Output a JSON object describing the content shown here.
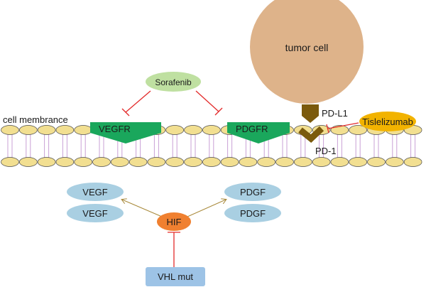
{
  "labels": {
    "tumor_cell": "tumor cell",
    "cell_membrance": "cell membrance",
    "pd_l1": "PD-L1",
    "pd_1": "PD-1",
    "vegfr": "VEGFR",
    "pdgfr": "PDGFR",
    "sorafenib": "Sorafenib",
    "tislelizumab": "Tislelizumab",
    "vegf_1": "VEGF",
    "vegf_2": "VEGF",
    "pdgf_1": "PDGF",
    "pdgf_2": "PDGF",
    "hif": "HIF",
    "vhl_mut": "VHL mut"
  },
  "colors": {
    "tumor_cell": "#deb38a",
    "lipid_head": "#f2df91",
    "lipid_tail": "#c9a0d6",
    "receptor": "#1aa75c",
    "sorafenib": "#bfe0a1",
    "tislelizumab": "#f2b300",
    "growth_factor": "#a9cfe2",
    "hif": "#f08030",
    "vhl": "#9dc3e6",
    "pd_protein": "#7b5a0d",
    "inhibition": "#e32b2b",
    "arrow": "#a8893a"
  }
}
